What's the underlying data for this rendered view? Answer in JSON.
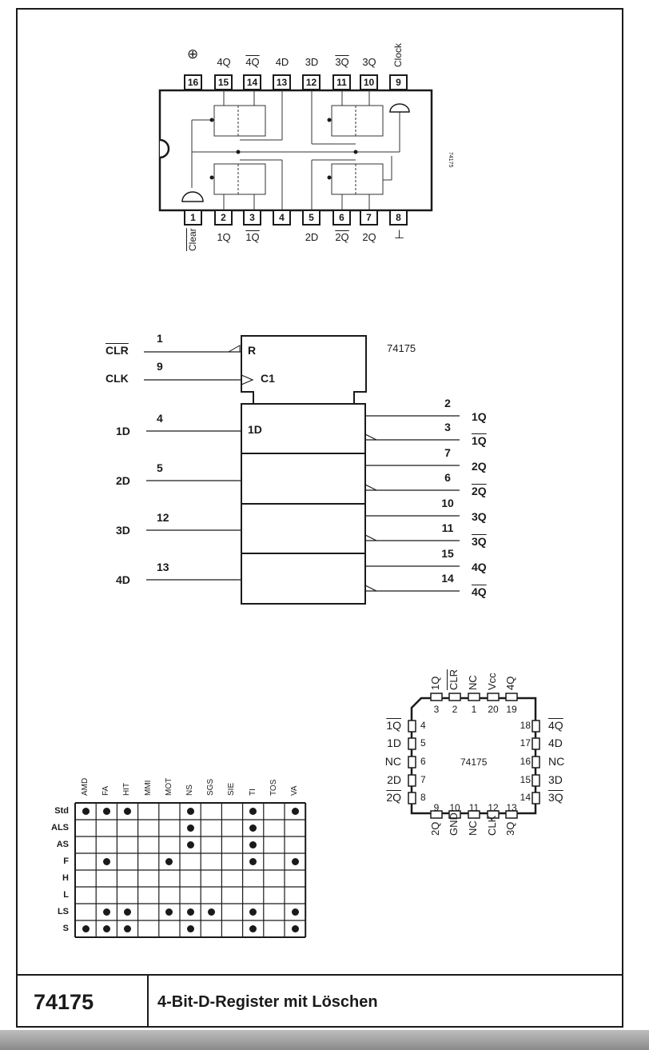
{
  "dip": {
    "top_pins": [
      {
        "num": "16",
        "label": "⊕"
      },
      {
        "num": "15",
        "label": "4Q"
      },
      {
        "num": "14",
        "label": "4Q",
        "bar": true
      },
      {
        "num": "13",
        "label": "4D"
      },
      {
        "num": "12",
        "label": "3D"
      },
      {
        "num": "11",
        "label": "3Q",
        "bar": true
      },
      {
        "num": "10",
        "label": "3Q"
      },
      {
        "num": "9",
        "label": "Clock"
      }
    ],
    "bottom_pins": [
      {
        "num": "1",
        "label": "Clear",
        "bar": true
      },
      {
        "num": "2",
        "label": "1Q"
      },
      {
        "num": "3",
        "label": "1Q",
        "bar": true
      },
      {
        "num": "4",
        "label": ""
      },
      {
        "num": "5",
        "label": "2D"
      },
      {
        "num": "6",
        "label": "2Q",
        "bar": true
      },
      {
        "num": "7",
        "label": "2Q"
      },
      {
        "num": "8",
        "label": "⊥"
      }
    ],
    "side_label": "74175"
  },
  "logic_symbol": {
    "part": "74175",
    "control": [
      {
        "name": "CLR",
        "bar": true,
        "pin": "1",
        "box_label": "R"
      },
      {
        "name": "CLK",
        "bar": false,
        "pin": "9",
        "box_label": "C1"
      }
    ],
    "data_label": "1D",
    "inputs": [
      {
        "name": "1D",
        "pin": "4"
      },
      {
        "name": "2D",
        "pin": "5"
      },
      {
        "name": "3D",
        "pin": "12"
      },
      {
        "name": "4D",
        "pin": "13"
      }
    ],
    "outputs": [
      {
        "q": "1Q",
        "q_pin": "2",
        "qn": "1Q",
        "qn_pin": "3"
      },
      {
        "q": "2Q",
        "q_pin": "7",
        "qn": "2Q",
        "qn_pin": "6"
      },
      {
        "q": "3Q",
        "q_pin": "10",
        "qn": "3Q",
        "qn_pin": "11"
      },
      {
        "q": "4Q",
        "q_pin": "15",
        "qn": "4Q",
        "qn_pin": "14"
      }
    ]
  },
  "plcc": {
    "part": "74175",
    "top": [
      {
        "label": "1Q",
        "num": "3"
      },
      {
        "label": "CLR",
        "num": "2",
        "bar": true
      },
      {
        "label": "NC",
        "num": "1"
      },
      {
        "label": "Vcc",
        "num": "20"
      },
      {
        "label": "4Q",
        "num": "19"
      }
    ],
    "left": [
      {
        "label": "1Q",
        "num": "4",
        "bar": true
      },
      {
        "label": "1D",
        "num": "5"
      },
      {
        "label": "NC",
        "num": "6"
      },
      {
        "label": "2D",
        "num": "7"
      },
      {
        "label": "2Q",
        "num": "8",
        "bar": true
      }
    ],
    "right": [
      {
        "label": "4Q",
        "num": "18",
        "bar": true
      },
      {
        "label": "4D",
        "num": "17"
      },
      {
        "label": "NC",
        "num": "16"
      },
      {
        "label": "3D",
        "num": "15"
      },
      {
        "label": "3Q",
        "num": "14",
        "bar": true
      }
    ],
    "bottom": [
      {
        "label": "2Q",
        "num": "9"
      },
      {
        "label": "GND",
        "num": "10"
      },
      {
        "label": "NC",
        "num": "11"
      },
      {
        "label": "CLK",
        "num": "12"
      },
      {
        "label": "3Q",
        "num": "13"
      }
    ]
  },
  "availability": {
    "columns": [
      "AMD",
      "FA",
      "HIT",
      "MMI",
      "MOT",
      "NS",
      "SGS",
      "SIE",
      "TI",
      "TOS",
      "VA"
    ],
    "rows": [
      {
        "family": "Std",
        "marks": [
          1,
          1,
          1,
          0,
          0,
          1,
          0,
          0,
          1,
          0,
          1
        ]
      },
      {
        "family": "ALS",
        "marks": [
          0,
          0,
          0,
          0,
          0,
          1,
          0,
          0,
          1,
          0,
          0
        ]
      },
      {
        "family": "AS",
        "marks": [
          0,
          0,
          0,
          0,
          0,
          1,
          0,
          0,
          1,
          0,
          0
        ]
      },
      {
        "family": "F",
        "marks": [
          0,
          1,
          0,
          0,
          1,
          0,
          0,
          0,
          1,
          0,
          1
        ]
      },
      {
        "family": "H",
        "marks": [
          0,
          0,
          0,
          0,
          0,
          0,
          0,
          0,
          0,
          0,
          0
        ]
      },
      {
        "family": "L",
        "marks": [
          0,
          0,
          0,
          0,
          0,
          0,
          0,
          0,
          0,
          0,
          0
        ]
      },
      {
        "family": "LS",
        "marks": [
          0,
          1,
          1,
          0,
          1,
          1,
          1,
          0,
          1,
          0,
          1
        ]
      },
      {
        "family": "S",
        "marks": [
          1,
          1,
          1,
          0,
          0,
          1,
          0,
          0,
          1,
          0,
          1
        ]
      }
    ]
  },
  "footer": {
    "part_number": "74175",
    "title": "4-Bit-D-Register mit Löschen"
  }
}
